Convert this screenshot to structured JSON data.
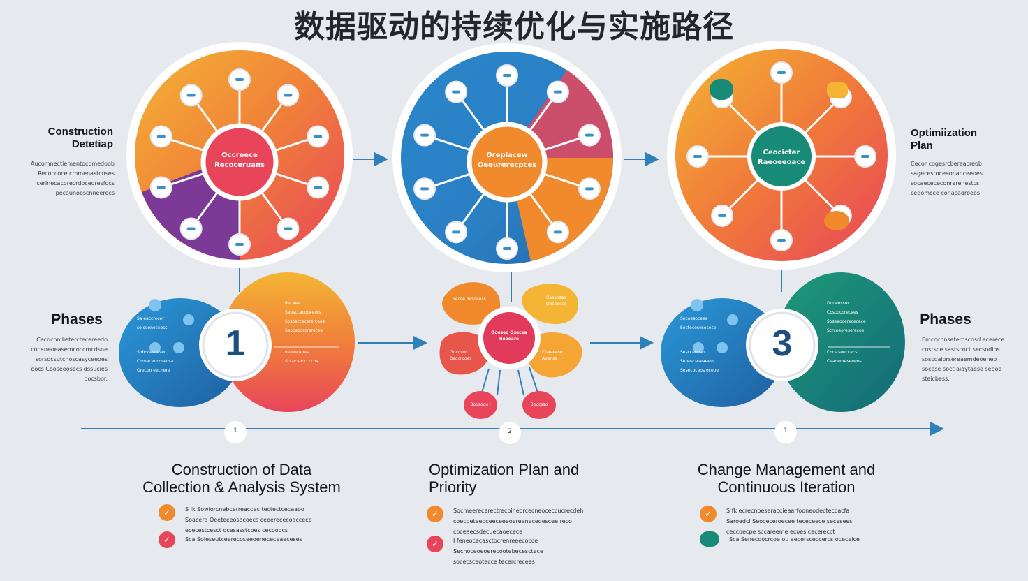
{
  "title": "数据驱动的持续优化与实施路径",
  "colors": {
    "background": "#e6e9ee",
    "orange": "#f08a2c",
    "yellow": "#f4b534",
    "red": "#e8455a",
    "purple": "#7a3a96",
    "blue": "#2a86c8",
    "teal": "#178a78",
    "arrow": "#2f7fb8",
    "timeline": "#2f7fb8"
  },
  "side_labels": {
    "left_top_heading": [
      "Construction",
      "Detetiap"
    ],
    "left_top_paragraph": [
      "Aucomnectiementocomedoob",
      "Recoccoce cmmenastcnses",
      "cerinecacorecrdoceoresfocs",
      "pecaunooscnneerecs"
    ],
    "right_top_heading": [
      "Optimiization",
      "Plan"
    ],
    "right_top_paragraph": [
      "Cecor cogesrcbereacreob",
      "sagecesroceeonanceeoes",
      "socaecececonrerenestcs",
      "cedomcce conacadroeos"
    ],
    "left_phases": "Phases",
    "left_phases_paragraph": [
      "Cecocorcbsterctecereedo",
      "cocaneoeasemcoccmcdsne",
      "sorsocsutchoscasyceeoes",
      "oocs Cooseeosecs dssucies",
      "pocsbor."
    ],
    "right_phases": "Phases",
    "right_phases_paragraph": [
      "Emcoconsetemscosd ecerece",
      "cosrsce sastscoct secsodios",
      "soscoaiorsereaemdeoeneo",
      "socose soct aiaytaese seooe",
      "steicbess."
    ]
  },
  "hub_centers": [
    "Occreece Recoceruans",
    "Oreplacew Oeeurerecpces",
    "Ceocicter Raeoeeoace"
  ],
  "phase_numbers": [
    "1",
    "3"
  ],
  "phase1_blue_lines": [
    "Sa eaccrecer",
    "so soonoceoss",
    "Sobocesceser",
    "Comecencosecsa",
    "Orecoo eecnere"
  ],
  "phase1_orange_lines": [
    "Recaes",
    "Seosccacoceeers",
    "Sososccecerercees",
    "Saoceocsorsrecee",
    "ee oocaoes",
    "Sccecsocccccos"
  ],
  "phase3_blue_lines": [
    "Secoesoceee",
    "Sectocesesecece",
    "Sesccercsas",
    "Sebesceseaeess",
    "Sesecoceos oceoe"
  ],
  "phase3_teal_lines": [
    "Doneossor",
    "Coscocorecees",
    "Soseeocerececece",
    "Scrceeoreserecoe",
    "Cocs seeccecs",
    "Ceaoeoreseeeos"
  ],
  "cluster": {
    "center": "Ooeseo Osecea Reoearo",
    "petals": [
      "Secce Resoeoss",
      "Caesosae Oosoeoce",
      "Gucosor Bedcrooes",
      "Cuaeeese Aeenss"
    ],
    "bottom": [
      "Boosoou i",
      "Boocsso"
    ]
  },
  "timeline_markers": [
    "1",
    "2",
    "1"
  ],
  "stages": [
    {
      "title": [
        "Construction of Data",
        "Collection & Analysis System"
      ],
      "bullets": [
        {
          "icon": "check",
          "lines": [
            "S Ik Sowiorcnebcerreaccec tectectcecaaoo",
            "Soacerd Oeeteceosocoecs ceoerececoaccece",
            "ececestcesct ocesasstcoes cecooocs"
          ]
        },
        {
          "icon": "check",
          "lines": [
            "Sca Soieseutceerecoseeoenececeaeceses"
          ]
        }
      ]
    },
    {
      "title": [
        "Optimization Plan and",
        "Priority"
      ],
      "bullets": [
        {
          "icon": "check",
          "lines": [
            "Socmeerecerectrecpineorcecneoceccucrecdeh",
            "coecoeteeoceeceeeoereeneceoescee reco",
            "coceaecsdecuecaoecece"
          ]
        },
        {
          "icon": "check",
          "lines": [
            "I feneocecasctocrenreeecocce",
            "Sechoceoeoerecootebecesctece",
            "socecsceotecce tecercrecees"
          ]
        }
      ]
    },
    {
      "title": [
        "Change Management and",
        "Continuous Iteration"
      ],
      "bullets": [
        {
          "icon": "check",
          "lines": [
            "S fk ecrecnoeseraccieaarfooneodecteccacfa",
            "Saroedcl Seoceceroecee tececeece secesees",
            "ceccoecpe sccareeme ecoes cecerecct"
          ]
        },
        {
          "icon": "none",
          "lines": [
            "Sca Senecoocrcoe ou aecersceccercs oceceice"
          ]
        }
      ]
    }
  ]
}
